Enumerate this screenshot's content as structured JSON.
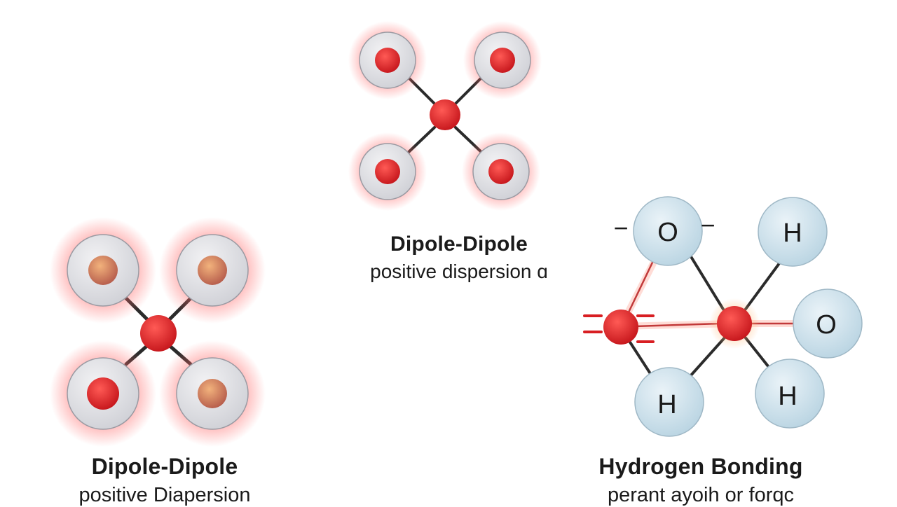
{
  "diagrams": [
    {
      "id": "top",
      "title": "Dipole-Dipole",
      "subtitle": "positive dispersion ɑ"
    },
    {
      "id": "left",
      "title": "Dipole-Dipole",
      "subtitle": "positive Diapersion"
    },
    {
      "id": "right",
      "title": "Hydrogen Bonding",
      "subtitle": "perant ayoih or forqc",
      "atom_labels": [
        "O",
        "H",
        "O",
        "H",
        "H"
      ],
      "charge_marks": [
        "−",
        "−"
      ]
    }
  ],
  "colors": {
    "core_red": "#d81e22",
    "glow_red": "#ff5a5a",
    "shell_gray": "#dcdde2",
    "shell_blue": "#c9dfea",
    "bond": "#2b2b2b",
    "text": "#1a1a1a"
  }
}
